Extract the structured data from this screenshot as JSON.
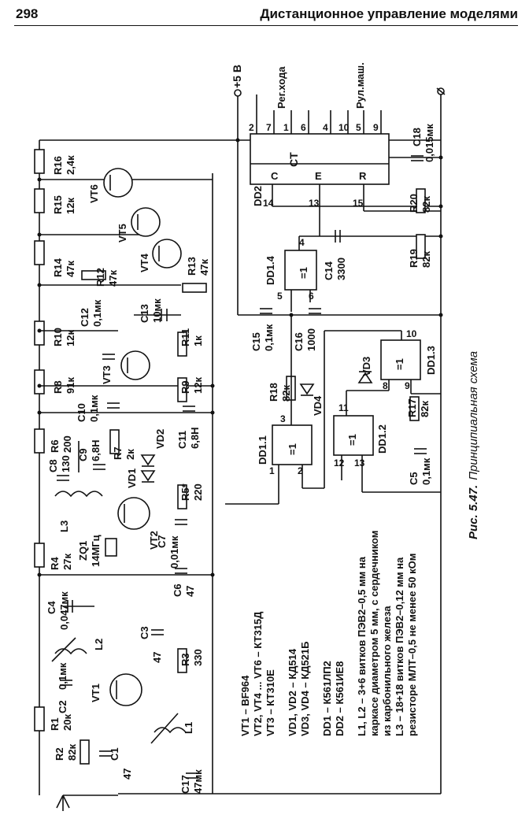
{
  "header": {
    "page_number": "298",
    "running_title": "Дистанционное управление моделями"
  },
  "caption": {
    "prefix": "Рис. 5.47.",
    "text": "Принципиальная схема"
  },
  "rails": {
    "plus5v": "+5 В"
  },
  "outputs": {
    "reg_hoda": "Рег.хода",
    "rul_mash": "Рул.маш."
  },
  "notes": [
    "VT1 – BF964",
    "VT2, VT4 ... VT6 – КТ315Д",
    "VT3 – КТ310Е",
    "VD1, VD2 – КД514",
    "VD3, VD4 – КД521Б",
    "DD1 – К561ЛП2",
    "DD2 – К561ИЕ8",
    "L1, L2 – 3+6 витков ПЭВ2–0,5 мм на",
    "каркасе диаметром 5 мм, с сердечником",
    "из карбонильного железа",
    "L3 – 18+18 витков ПЭВ2–0,12 мм на",
    "резисторе МЛТ–0,5 не менее 50 кОм"
  ],
  "components": [
    {
      "ref": "R16",
      "value": "2,4к"
    },
    {
      "ref": "R15",
      "value": "12к"
    },
    {
      "ref": "R14",
      "value": "47к"
    },
    {
      "ref": "R12",
      "value": "47к"
    },
    {
      "ref": "R13",
      "value": "47к"
    },
    {
      "ref": "R10",
      "value": "12к"
    },
    {
      "ref": "R8",
      "value": "91к"
    },
    {
      "ref": "R11",
      "value": "1к"
    },
    {
      "ref": "R9",
      "value": "12к"
    },
    {
      "ref": "R6",
      "value": "200"
    },
    {
      "ref": "R7",
      "value": "2к"
    },
    {
      "ref": "R5*",
      "value": "220"
    },
    {
      "ref": "R4",
      "value": "27к"
    },
    {
      "ref": "R3",
      "value": "330"
    },
    {
      "ref": "R1",
      "value": "20к"
    },
    {
      "ref": "R2",
      "value": "82к"
    },
    {
      "ref": "R18",
      "value": "82к"
    },
    {
      "ref": "R17",
      "value": "82к"
    },
    {
      "ref": "R19",
      "value": "82к"
    },
    {
      "ref": "R20",
      "value": "82к"
    },
    {
      "ref": "C12",
      "value": "0,1мк"
    },
    {
      "ref": "C13",
      "value": "10мк"
    },
    {
      "ref": "C10",
      "value": "0,1мк"
    },
    {
      "ref": "C11",
      "value": "6,8Н"
    },
    {
      "ref": "C9",
      "value": "6,8Н"
    },
    {
      "ref": "C8",
      "value": "130"
    },
    {
      "ref": "C7",
      "value": "0,01мк"
    },
    {
      "ref": "C6",
      "value": "47"
    },
    {
      "ref": "C5",
      "value": "0,1мк"
    },
    {
      "ref": "C4",
      "value": "0,047мк"
    },
    {
      "ref": "C3",
      "value": "47"
    },
    {
      "ref": "C2",
      "value": "0,1мк"
    },
    {
      "ref": "C1",
      "value": "47"
    },
    {
      "ref": "C17",
      "value": "47мк"
    },
    {
      "ref": "C15",
      "value": "0,1мк"
    },
    {
      "ref": "C16",
      "value": "1000"
    },
    {
      "ref": "C14",
      "value": "3300"
    },
    {
      "ref": "C18",
      "value": "0,015мк"
    },
    {
      "ref": "ZQ1",
      "value": "14МГц"
    }
  ],
  "labels": {
    "vt6": "VT6",
    "vt5": "VT5",
    "vt4": "VT4",
    "vt3": "VT3",
    "vt2": "VT2",
    "vt1": "VT1",
    "vd1": "VD1",
    "vd2": "VD2",
    "vd3": "VD3",
    "vd4": "VD4",
    "l1": "L1",
    "l2": "L2",
    "l3": "L3",
    "dd2": "DD2",
    "dd1_1": "DD1.1",
    "dd1_2": "DD1.2",
    "dd1_3": "DD1.3",
    "dd1_4": "DD1.4",
    "ct": "CT",
    "c_in": "C",
    "e_in": "E",
    "r_in": "R",
    "gate": "=1",
    "dd2_pins": [
      "2",
      "7",
      "1",
      "6",
      "4",
      "10",
      "5",
      "9"
    ],
    "dd2_bottom_pins": [
      "14",
      "13",
      "15"
    ],
    "dd14_pins": [
      "4",
      "5",
      "6"
    ],
    "dd11_pins": [
      "3",
      "1",
      "2"
    ],
    "dd12_pins": [
      "11",
      "12",
      "13"
    ],
    "dd13_pins": [
      "10",
      "8",
      "9"
    ]
  }
}
